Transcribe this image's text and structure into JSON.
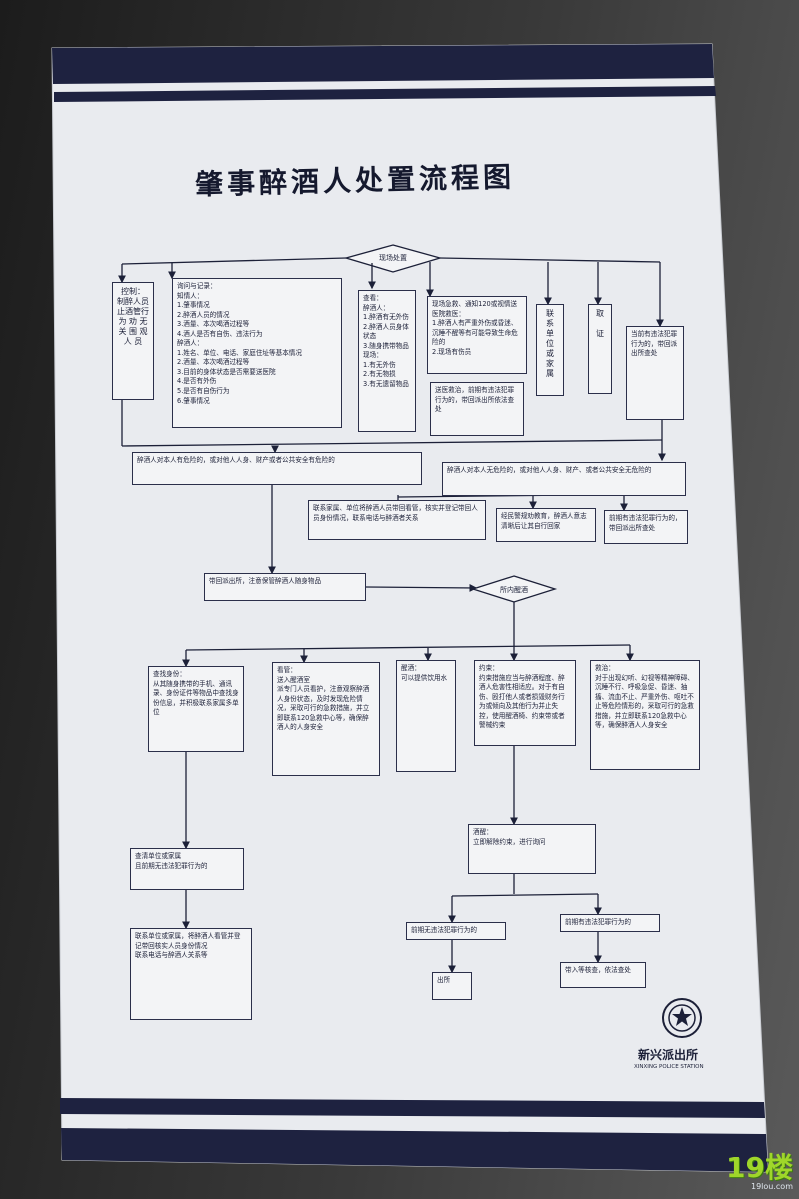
{
  "title": "肇事醉酒人处置流程图",
  "nodes": {
    "start": "现场处置",
    "control": "控制：\n制醉人员\n止酒管行\n为 劝 无\n关 围 观 人 员",
    "inquiry": "询问与记录：\n知情人：\n1.肇事情况\n2.醉酒人员的情况\n3.酒量、本次喝酒过程等\n4.酒人是否有自伤、违法行为\n醉酒人：\n1.姓名、单位、电话、家庭住址等基本情况\n2.酒量、本次喝酒过程等\n3.目前的身体状态是否需要送医院\n4.是否有外伤\n5.是否有自伤行为\n6.肇事情况",
    "inspect": "查看：\n醉酒人：\n1.醉酒有无外伤\n2.醉酒人员身体状态\n3.随身携带物品\n现场：\n1.有无外伤\n2.有无物损\n3.有无遗留物品",
    "rescue": "现场急救、通知120或视情送医院救医：\n1.醉酒人有严重外伤或昏迷、沉睡不醒等有可能导致生命危险的\n2.现场有伤员",
    "rescue2": "送医救治，前期有违法犯罪行为的，带回派出所依法查处",
    "contact": "联\n系\n单\n位\n或\n家\n属",
    "evidence": "取\n\n证",
    "prior_crime": "当前有违法犯罪行为的，带回派出所查处",
    "danger": "醉酒人对本人有危险的，或对他人人身、财产或者公共安全有危险的",
    "no_danger": "醉酒人对本人无危险的，或对他人人身、财产、或者公共安全无危险的",
    "family_escort": "联系家属、单位将醉酒人员带回看管，核实并登记带回人员身份情况，联系电话与醉酒者关系",
    "education": "经民警规劝教育，醉酒人意志清晰后让其自行回家",
    "prior_handle": "前期有违法犯罪行为的，带回派出所查处",
    "take_back": "带回派出所，注意保管醉酒人随身物品",
    "sober_center": "所内醒酒",
    "identity": "查找身份：\n从其随身携带的手机、通讯录、身份证件等物品中查找身份信息，并积极联系家属多单位",
    "watch": "看管：\n送入醒酒室\n派专门人员看护，注意观察醉酒人身份状态，及时发现危险情况，采取可行的急救措施，并立即联系120急救中心等，确保醉酒人的人身安全",
    "sober_room": "醒酒：\n可以提供饮用水",
    "restrain": "约束：\n约束措施应当与醉酒程度、醉酒人危害性相适应。对于有自伤、殴打他人或者损毁财务行为或倾向及其他行为并止失控，使用醒酒椅、约束带或者警械约束",
    "treatment": "救治：\n对于出现幻听、幻视等精神障碍、沉睡不行、呼吸急促、昏迷、抽搐、流血不止、严重外伤、呕吐不止等危险情形的，采取可行的急救措施，并立即联系120急救中心等，确保醉酒人人身安全",
    "find_unit": "查清单位或家属\n且前期无违法犯罪行为的",
    "notify": "联系单位或家属，将醉酒人看管并登记带回核实人员身份情况\n联系电话与醉酒人关系等",
    "sobered": "酒醒：\n立即解除约束，进行询问",
    "no_crime": "前期无违法犯罪行为的",
    "has_crime": "前期有违法犯罪行为的",
    "release": "出所",
    "investigate": "带入等核查，依法查处"
  },
  "emblem": {
    "name": "新兴派出所",
    "english": "XINXING POLICE STATION"
  },
  "watermark": {
    "main": "19楼",
    "sub": "19lou.com"
  },
  "colors": {
    "navy": "#1c2038",
    "board": "#eef0f3"
  }
}
